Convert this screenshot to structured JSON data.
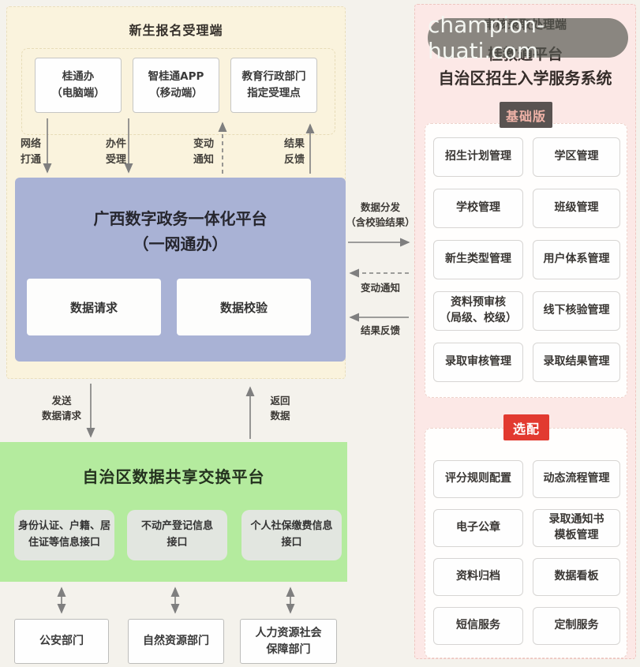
{
  "watermark": {
    "text": "champion-huati.com"
  },
  "reception_panel": {
    "title": "新生报名受理端",
    "channels": [
      "桂通办\n（电脑端）",
      "智桂通APP\n（移动端）",
      "教育行政部门\n指定受理点"
    ],
    "flow_labels": [
      "网络\n打通",
      "办件\n受理",
      "变动\n通知",
      "结果\n反馈"
    ]
  },
  "gov_platform": {
    "title": "广西数字政务一体化平台\n（一网通办）",
    "modules": [
      "数据请求",
      "数据校验"
    ]
  },
  "platform_links": {
    "distribute": "数据分发\n（含校验结果）",
    "change_notice": "变动通知",
    "result_feedback": "结果反馈"
  },
  "exchange_links": {
    "send": "发送\n数据请求",
    "return": "返回\n数据"
  },
  "exchange_platform": {
    "title": "自治区数据共享交换平台",
    "interfaces": [
      "身份认证、户籍、居\n住证等信息接口",
      "不动产登记信息\n接口",
      "个人社保缴费信息\n接口"
    ],
    "departments": [
      "公安部门",
      "自然资源部门",
      "人力资源社会\n保障部门"
    ]
  },
  "admission_panel": {
    "title": "审核录取处理端",
    "platform": "桂教通平台",
    "system": "自治区招生入学服务系统",
    "basic": {
      "badge": "基础版",
      "items": [
        "招生计划管理",
        "学区管理",
        "学校管理",
        "班级管理",
        "新生类型管理",
        "用户体系管理",
        "资料预审核\n（局级、校级）",
        "线下核验管理",
        "录取审核管理",
        "录取结果管理"
      ]
    },
    "optional": {
      "badge": "选配",
      "items": [
        "评分规则配置",
        "动态流程管理",
        "电子公章",
        "录取通知书\n模板管理",
        "资料归档",
        "数据看板",
        "短信服务",
        "定制服务"
      ]
    }
  },
  "colors": {
    "cream_panel": "#faf3dd",
    "gov_platform_blue": "#a9b2d5",
    "exchange_green": "#b4eb9e",
    "admission_pink": "#fce8e6",
    "basic_badge_bg": "#595351",
    "optional_badge_bg": "#e23a30",
    "arrow_gray": "#7f7f7f",
    "watermark_bg": "#545750"
  }
}
